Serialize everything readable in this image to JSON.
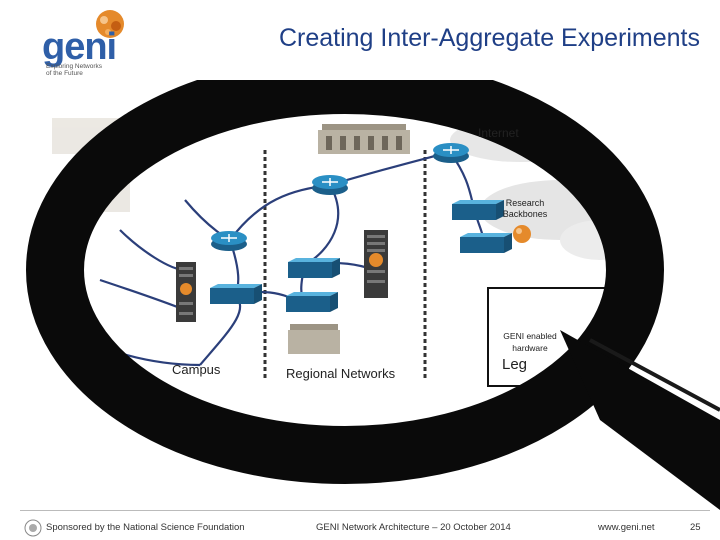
{
  "header": {
    "title": "Creating Inter-Aggregate Experiments",
    "logo_text": "geni",
    "logo_tagline": "Exploring Networks of the Future"
  },
  "diagram": {
    "internet_label": "Internet",
    "research_backbones_label": "Research Backbones",
    "geni_enabled_label": "GENI enabled hardware",
    "campus_label": "Campus",
    "regional_label": "Regional Networks",
    "legend_label": "Leg"
  },
  "footer": {
    "sponsor": "Sponsored by the National Science Foundation",
    "event": "GENI Network Architecture – 20 October 2014",
    "url": "www.geni.net",
    "page": "25"
  },
  "colors": {
    "title": "#1f3f86",
    "router": "#2a7fb0",
    "switch": "#2a8fc4",
    "lens": "#0a0a0a",
    "cable": "#2b3f7a"
  }
}
